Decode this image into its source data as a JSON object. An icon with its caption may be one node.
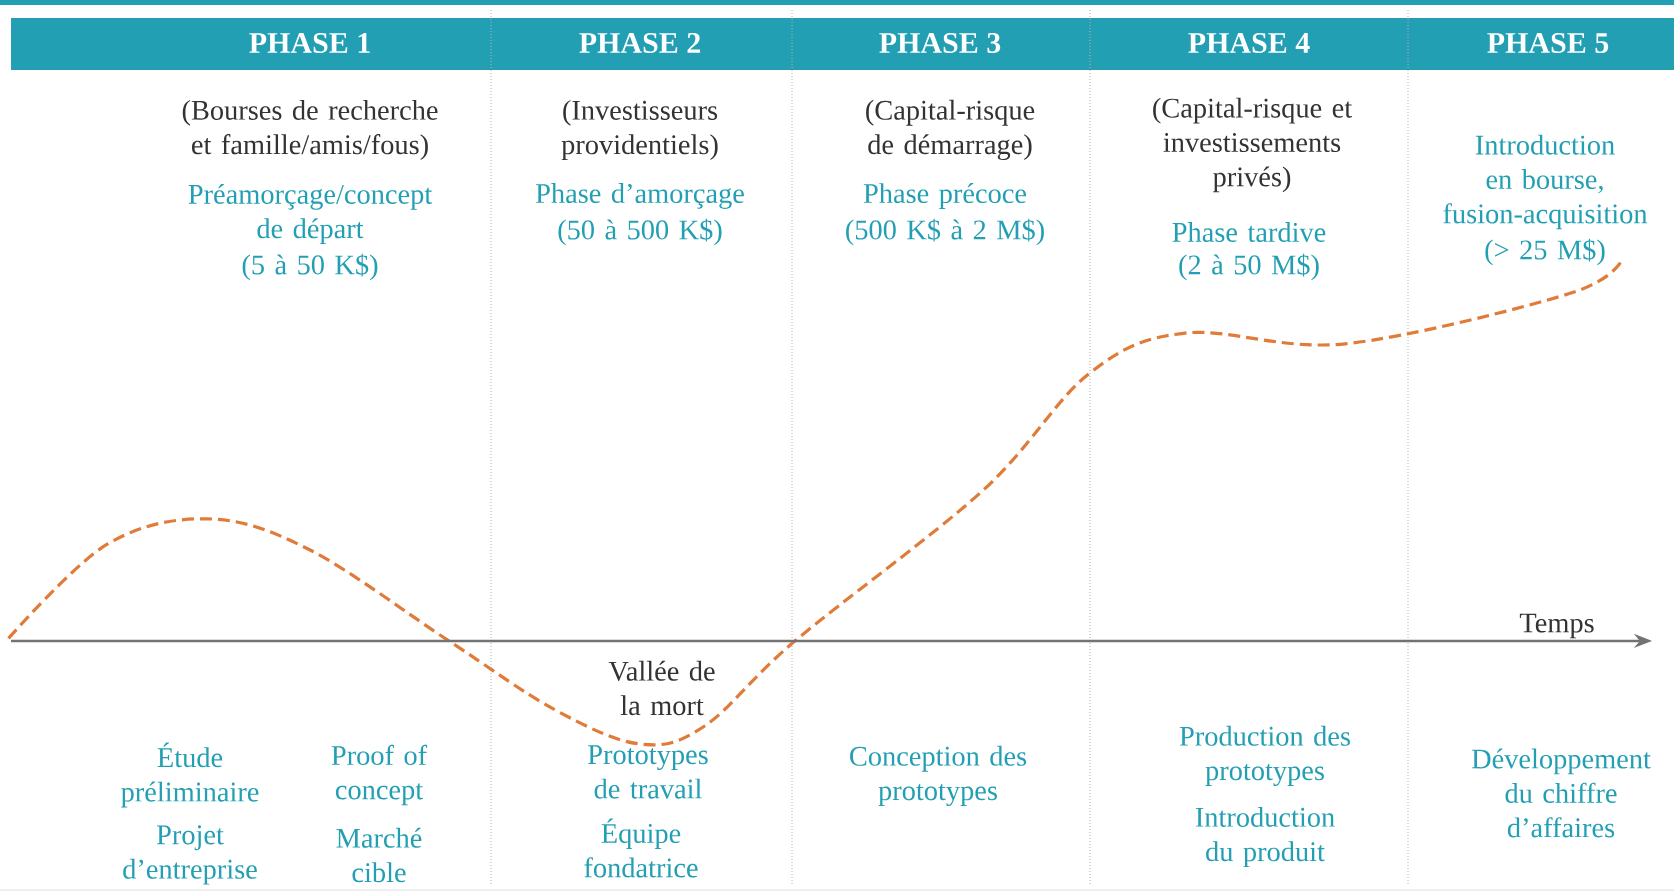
{
  "diagram": {
    "nodes": [
      {
        "text": [
          "PHASE 1"
        ]
      },
      {
        "text": [
          "PHASE 2"
        ]
      },
      {
        "text": [
          "PHASE 3"
        ]
      },
      {
        "text": [
          "PHASE 4"
        ]
      },
      {
        "text": [
          "PHASE 5"
        ]
      }
    ],
    "labels": [
      "(Bourses de recherche et famille/amis/fous)",
      "(Investisseurs providentiels)",
      "(Capital-risque de démarrage)",
      "(Capital-risque et investissements privés)",
      "Préamorçage/concept de départ",
      "Phase d’amorçage",
      "Phase précoce",
      "Introduction en bourse, fusion-acquisition",
      "(5 à 50 K$)",
      "(50 à 500 K$)",
      "(500 K$ à 2 M$)",
      "Phase tardive",
      "(2 à 50 M$)",
      "(> 25 M$)",
      "Temps",
      "Vallée de la mort",
      "Étude préliminaire",
      "Proof of concept",
      "Prototypes de travail",
      "Conception des prototypes",
      "Production des prototypes",
      "Développement du chiffre d’affaires",
      "Projet d’entreprise",
      "Marché cible",
      "Équipe fondatrice",
      "Introduction du produit"
    ]
  }
}
